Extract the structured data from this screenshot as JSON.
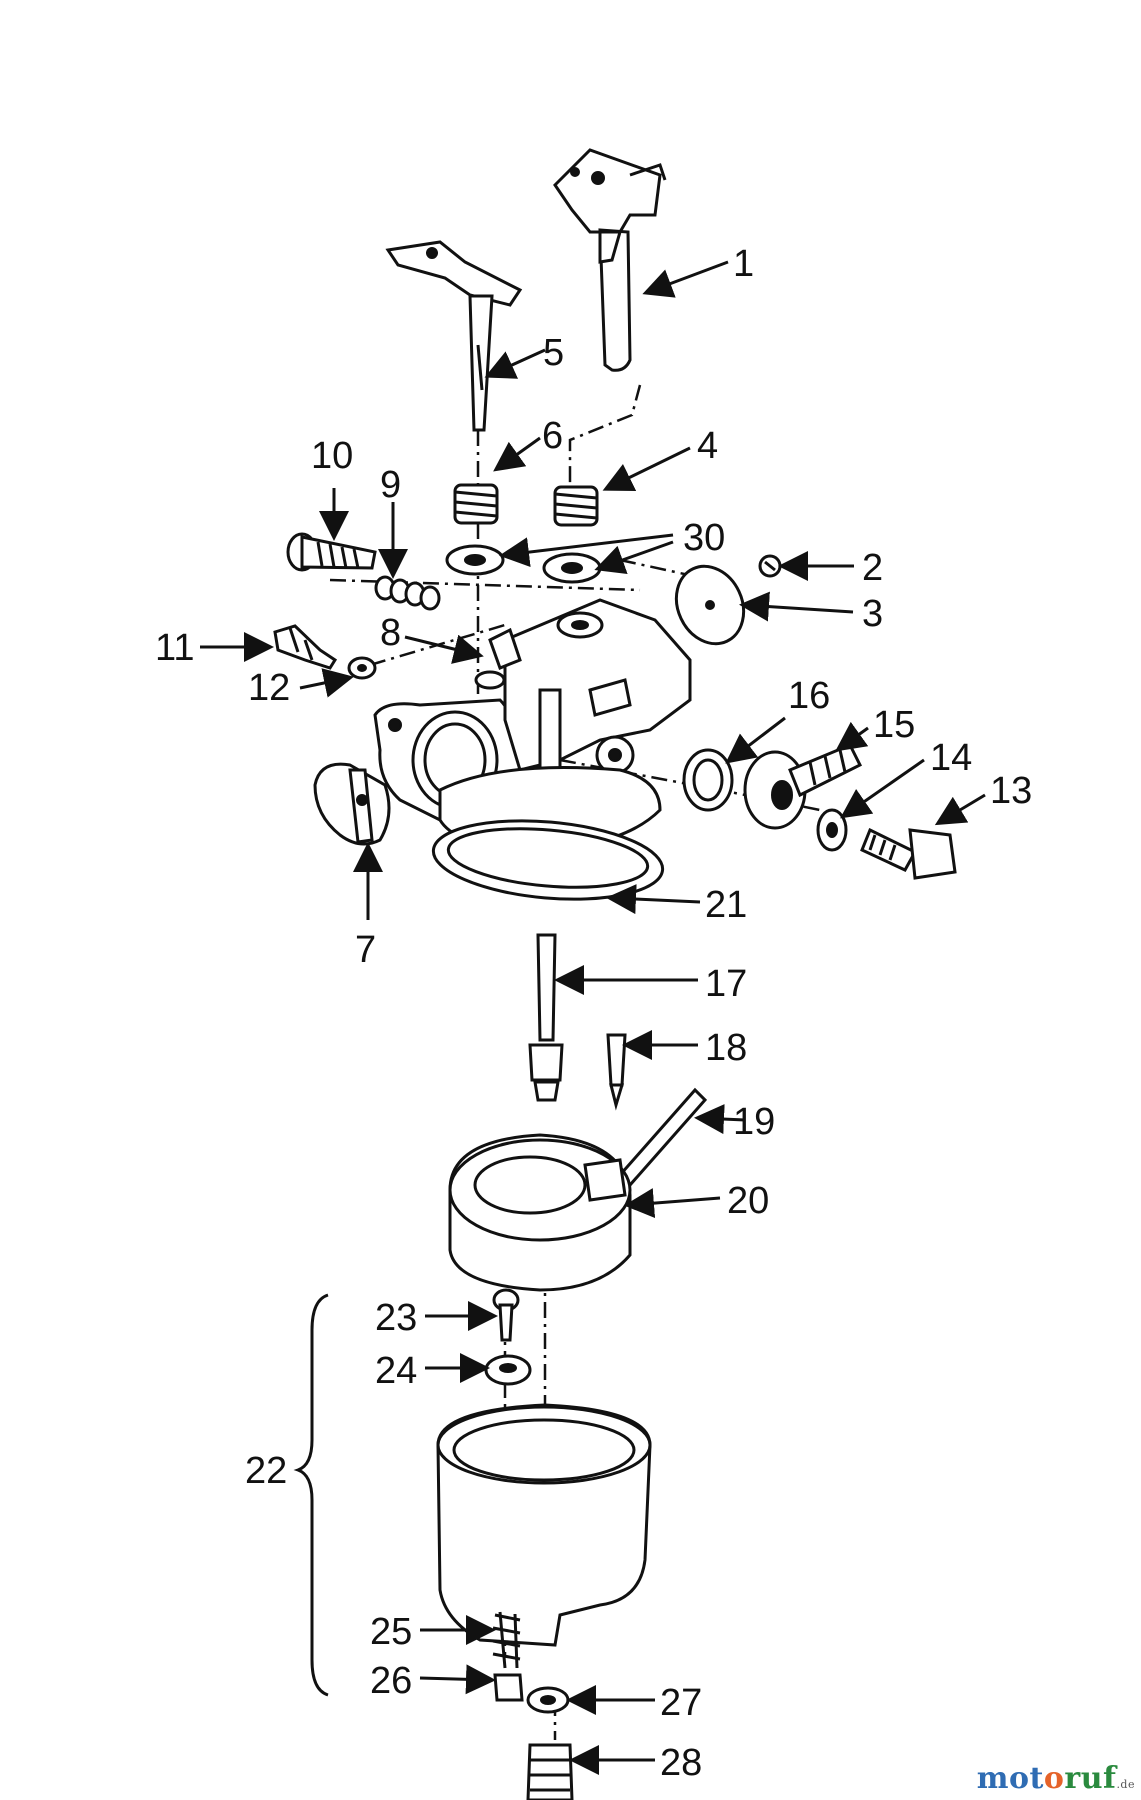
{
  "callouts": [
    "1",
    "2",
    "3",
    "4",
    "5",
    "6",
    "7",
    "8",
    "9",
    "10",
    "11",
    "12",
    "13",
    "14",
    "15",
    "16",
    "17",
    "18",
    "19",
    "20",
    "21",
    "22",
    "23",
    "24",
    "25",
    "26",
    "27",
    "28",
    "30"
  ],
  "watermark": {
    "part1": "mot",
    "part2": "o",
    "part3": "ruf",
    "tld": ".de"
  }
}
